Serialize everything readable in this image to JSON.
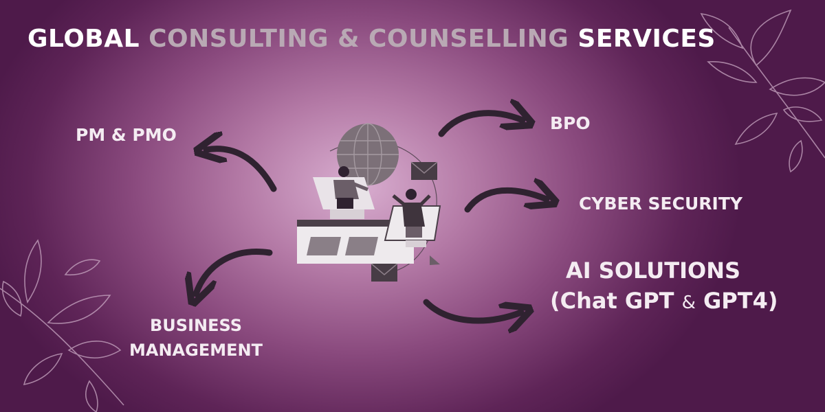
{
  "title": {
    "part1": "GLOBAL",
    "part2": "CONSULTING & COUNSELLING",
    "part3": "SERVICES"
  },
  "labels": {
    "pm": "PM & PMO",
    "bpo": "BPO",
    "cyber": "CYBER SECURITY",
    "ai_line1": "AI SOLUTIONS",
    "ai_line2a": "(Chat GPT",
    "ai_amp": "&",
    "ai_line2b": "GPT4)",
    "bm_line1": "BUSINESS",
    "bm_line2": "MANAGEMENT"
  },
  "colors": {
    "background": "#6a2d62",
    "title_white": "#ffffff",
    "title_gray": "#b9a9b4",
    "arrow": "#2f2230"
  },
  "icons": [
    "arrow-icon",
    "globe-icon",
    "envelope-icon",
    "leaf-branch-icon",
    "person-icon",
    "monitor-icon",
    "folder-icon"
  ]
}
